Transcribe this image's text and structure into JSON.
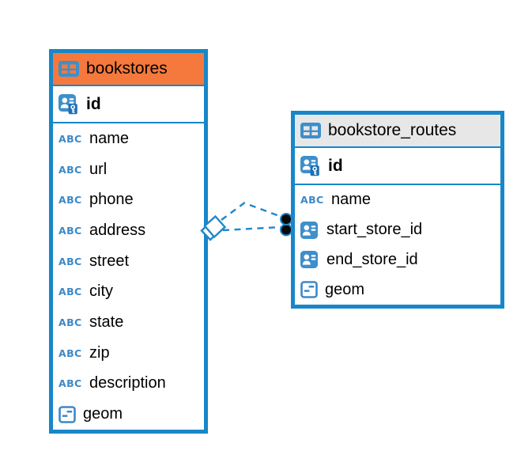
{
  "canvas": {
    "background": "#FFFFFF"
  },
  "colors": {
    "table_border": "#1787C9",
    "bookstores_header": "#F5793C",
    "bookstore_routes_header": "#E7E7E7",
    "icon_blue": "#3E8FCA",
    "icon_key_panel_blue": "#1C6FB6",
    "relation_line": "#1E88CB",
    "relation_endpoint_fill": "#0A0A0A",
    "text": "#000000"
  },
  "icons": {
    "table_icon": "table-icon",
    "primary_key_icon": "person-with-key-icon",
    "reference_icon": "person-icon",
    "text_type_glyph": "ABC",
    "geometry_icon": "geometry-icon"
  },
  "tables": [
    {
      "name": "bookstores",
      "primary_key": {
        "name": "id"
      },
      "columns": [
        {
          "name": "name",
          "type": "text"
        },
        {
          "name": "url",
          "type": "text"
        },
        {
          "name": "phone",
          "type": "text"
        },
        {
          "name": "address",
          "type": "text"
        },
        {
          "name": "street",
          "type": "text"
        },
        {
          "name": "city",
          "type": "text"
        },
        {
          "name": "state",
          "type": "text"
        },
        {
          "name": "zip",
          "type": "text"
        },
        {
          "name": "description",
          "type": "text"
        },
        {
          "name": "geom",
          "type": "geometry"
        }
      ]
    },
    {
      "name": "bookstore_routes",
      "primary_key": {
        "name": "id"
      },
      "columns": [
        {
          "name": "name",
          "type": "text"
        },
        {
          "name": "start_store_id",
          "type": "reference"
        },
        {
          "name": "end_store_id",
          "type": "reference"
        },
        {
          "name": "geom",
          "type": "geometry"
        }
      ]
    }
  ],
  "relationships": [
    {
      "from_table": "bookstores",
      "to_table": "bookstore_routes",
      "line_style": "dashed"
    },
    {
      "from_table": "bookstores",
      "to_table": "bookstore_routes",
      "line_style": "dashed"
    }
  ]
}
